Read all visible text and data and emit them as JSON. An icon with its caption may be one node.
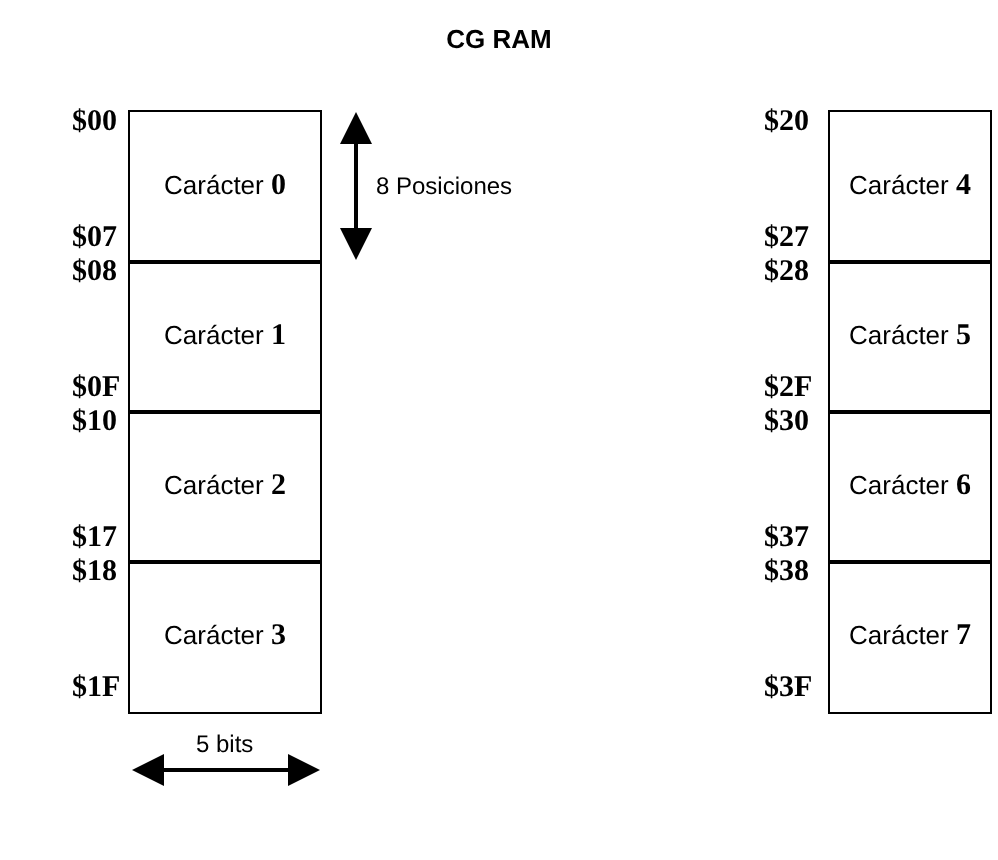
{
  "diagram": {
    "title": "CG RAM",
    "nodes": [
      {
        "text": [
          "Carácter **0**"
        ]
      },
      {
        "text": [
          "Carácter **1**"
        ]
      },
      {
        "text": [
          "Carácter **2**"
        ]
      },
      {
        "text": [
          "Carácter **3**"
        ]
      },
      {
        "text": [
          "Carácter **4**"
        ]
      },
      {
        "text": [
          "Carácter **5**"
        ]
      },
      {
        "text": [
          "Carácter **6**"
        ]
      },
      {
        "text": [
          "Carácter **7**"
        ]
      }
    ],
    "labels": [
      "$00",
      "$07",
      "$08",
      "$0F",
      "$10",
      "$17",
      "$18",
      "$1F",
      "8 Posiciones",
      "5 bits",
      "$20",
      "$27",
      "$28",
      "$2F",
      "$30",
      "$37",
      "$38",
      "$3F"
    ]
  }
}
